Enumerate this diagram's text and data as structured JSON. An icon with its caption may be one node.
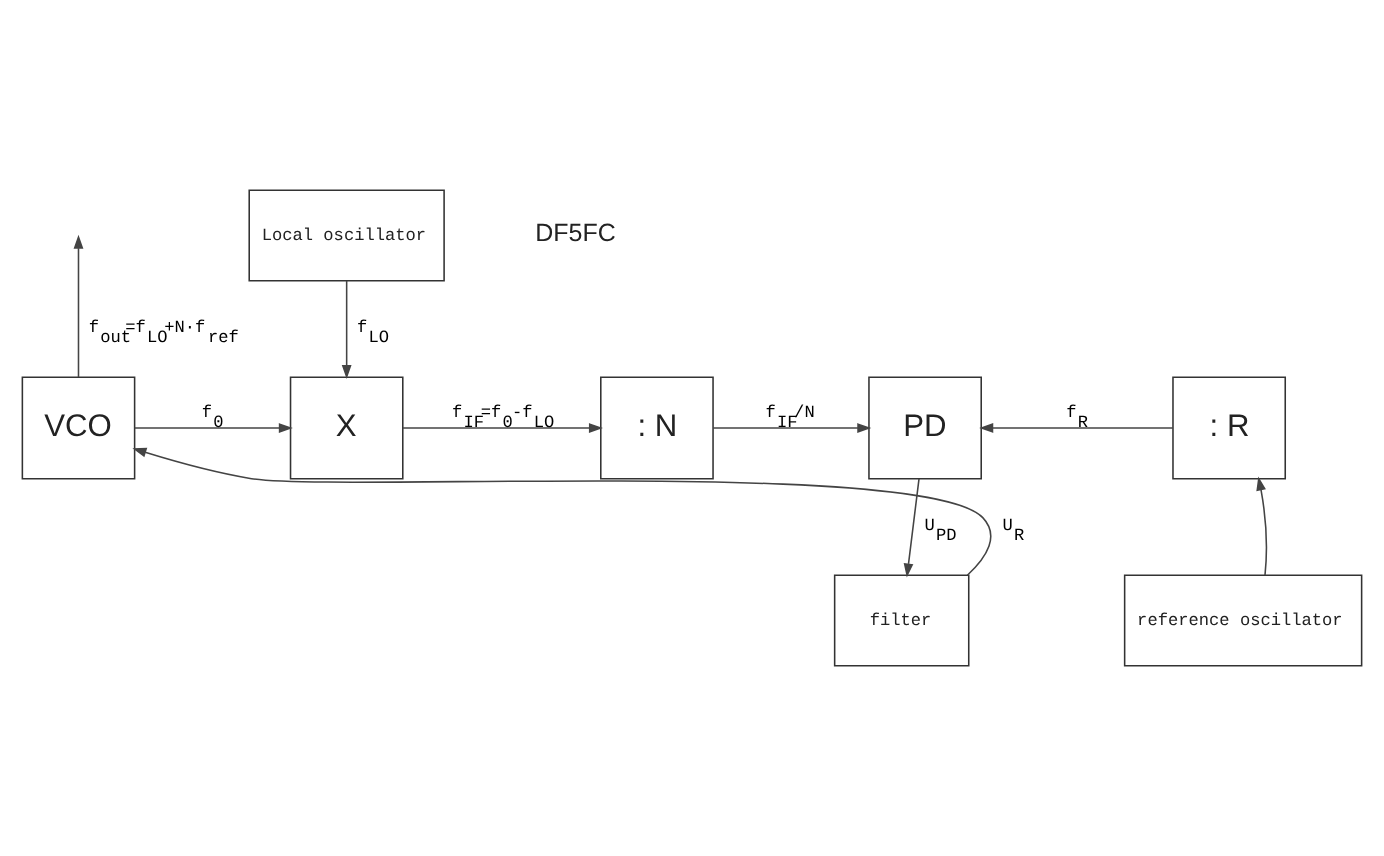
{
  "diagram": {
    "nodes": [
      {
        "text": [
          "Local oscillator"
        ]
      },
      {
        "text": [
          "VCO"
        ]
      },
      {
        "text": [
          "X"
        ]
      },
      {
        "text": [
          ": N"
        ]
      },
      {
        "text": [
          "PD"
        ]
      },
      {
        "text": [
          ": R"
        ]
      },
      {
        "text": [
          "filter"
        ]
      },
      {
        "text": [
          "reference oscillator"
        ]
      }
    ],
    "edges": [
      {
        "from": 0,
        "to": 2,
        "arrow": "to",
        "label": "f$_{LO}$"
      },
      {
        "from": 1,
        "to": 2,
        "arrow": "to",
        "label": "f$_{0}$"
      },
      {
        "from": 1,
        "to": null,
        "arrow": "to",
        "label": "f$_{out}$=f$_{LO}$+N·f$_{ref}$"
      },
      {
        "from": 2,
        "to": 3,
        "arrow": "to",
        "label": "f$_{IF}$=f$_{0}$-f$_{LO}$"
      },
      {
        "from": 3,
        "to": 4,
        "arrow": "to",
        "label": "f$_{IF}$/N"
      },
      {
        "from": 5,
        "to": 4,
        "arrow": "to",
        "label": "f$_{R}$"
      },
      {
        "from": 4,
        "to": 6,
        "arrow": "to",
        "label": "U$_{PD}$"
      },
      {
        "from": 6,
        "to": 1,
        "arrow": "to",
        "label": "U$_{R}$"
      },
      {
        "from": 7,
        "to": 5,
        "arrow": "to"
      }
    ],
    "labels": [
      "DF5FC"
    ]
  }
}
